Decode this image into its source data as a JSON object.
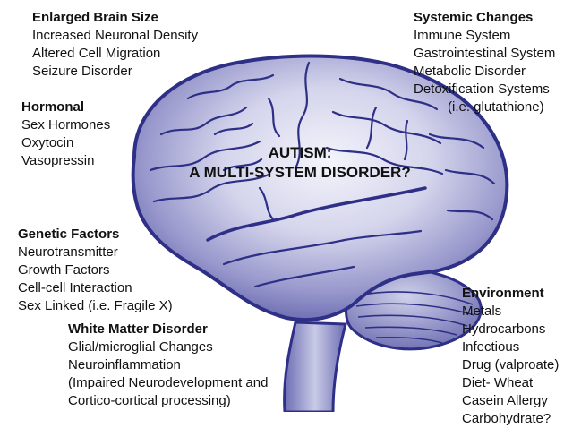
{
  "center_title": {
    "line1": "AUTISM:",
    "line2": "A MULTI-SYSTEM DISORDER?"
  },
  "blocks": {
    "enlarged_brain_size": {
      "title": "Enlarged Brain Size",
      "items": [
        "Increased Neuronal Density",
        "Altered Cell Migration",
        "Seizure Disorder"
      ]
    },
    "hormonal": {
      "title": "Hormonal",
      "items": [
        "Sex Hormones",
        "Oxytocin",
        "Vasopressin"
      ]
    },
    "genetic_factors": {
      "title": "Genetic Factors",
      "items": [
        "Neurotransmitter",
        "Growth Factors",
        "Cell-cell Interaction",
        "Sex Linked (i.e. Fragile X)"
      ]
    },
    "white_matter_disorder": {
      "title": "White Matter Disorder",
      "items": [
        "Glial/microglial Changes",
        "Neuroinflammation",
        "(Impaired Neurodevelopment and",
        "Cortico-cortical processing)"
      ]
    },
    "systemic_changes": {
      "title": "Systemic Changes",
      "items": [
        "Immune System",
        "Gastrointestinal System",
        "Metabolic Disorder",
        "Detoxification Systems",
        "(i.e. glutathione)"
      ]
    },
    "environment": {
      "title": "Environment",
      "items": [
        "Metals",
        "Hydrocarbons",
        "Infectious",
        "Drug (valproate)",
        "Diet- Wheat",
        "Casein Allergy",
        "Carbohydrate?"
      ]
    }
  },
  "colors": {
    "brain_fill_light": "#eeeef7",
    "brain_fill_dark": "#6a6ab0",
    "brain_outline": "#2e2f86",
    "text": "#111111"
  },
  "icons": {
    "brain": "brain-illustration"
  }
}
